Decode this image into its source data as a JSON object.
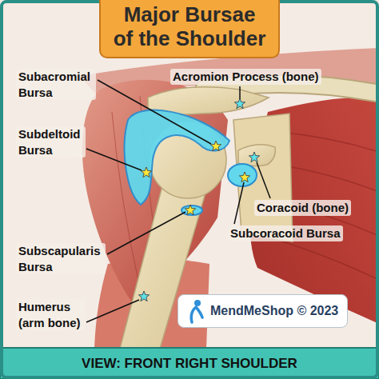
{
  "diagram": {
    "title": "Major Bursae of the Shoulder",
    "caption": "VIEW: FRONT RIGHT SHOULDER",
    "nodes": [
      {
        "text": [
          "MendMeShop © 2023"
        ]
      }
    ],
    "labels": [
      "Subacromial Bursa",
      "Acromion Process (bone)",
      "Subdeltoid Bursa",
      "Coracoid (bone)",
      "Subcoracoid Bursa",
      "Subscapularis Bursa",
      "Humerus (arm bone)"
    ]
  }
}
